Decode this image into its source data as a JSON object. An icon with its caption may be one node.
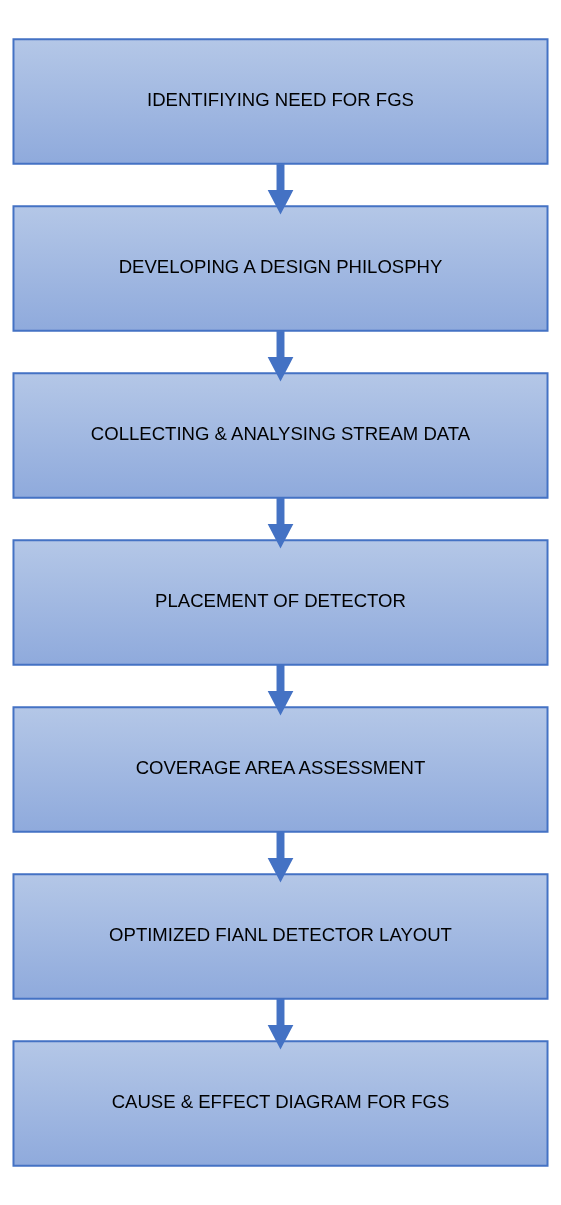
{
  "diagram": {
    "nodes": [
      {
        "text": [
          "IDENTIFIYING NEED FOR FGS"
        ]
      },
      {
        "text": [
          "DEVELOPING A DESIGN PHILOSPHY"
        ]
      },
      {
        "text": [
          "COLLECTING & ANALYSING STREAM DATA"
        ]
      },
      {
        "text": [
          "PLACEMENT OF DETECTOR"
        ]
      },
      {
        "text": [
          "COVERAGE AREA ASSESSMENT"
        ]
      },
      {
        "text": [
          "OPTIMIZED FIANL DETECTOR LAYOUT"
        ]
      },
      {
        "text": [
          "CAUSE & EFFECT DIAGRAM FOR FGS"
        ]
      }
    ],
    "edges": [
      {
        "from": 0,
        "to": 1,
        "arrow": "to"
      },
      {
        "from": 1,
        "to": 2,
        "arrow": "to"
      },
      {
        "from": 2,
        "to": 3,
        "arrow": "to"
      },
      {
        "from": 3,
        "to": 4,
        "arrow": "to"
      },
      {
        "from": 4,
        "to": 5,
        "arrow": "to"
      },
      {
        "from": 5,
        "to": 6,
        "arrow": "to"
      }
    ]
  }
}
